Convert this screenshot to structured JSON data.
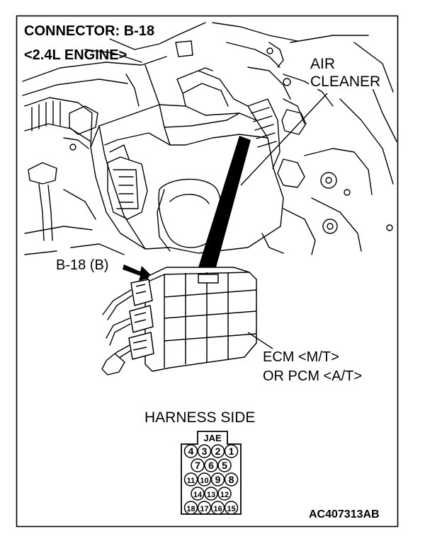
{
  "header": {
    "connector": "CONNECTOR: B-18",
    "engine": "<2.4L ENGINE>"
  },
  "labels": {
    "air_cleaner_line1": "AIR",
    "air_cleaner_line2": "CLEANER",
    "connector_ref": "B-18 (B)",
    "ecm_line1": "ECM <M/T>",
    "ecm_line2": "OR PCM <A/T>",
    "harness_side": "HARNESS SIDE"
  },
  "connector_face": {
    "key_label": "JAE",
    "rows": [
      [
        "4",
        "3",
        "2",
        "1"
      ],
      [
        "7",
        "6",
        "5"
      ],
      [
        "11",
        "10",
        "9",
        "8"
      ],
      [
        "14",
        "13",
        "12"
      ],
      [
        "18",
        "17",
        "16",
        "15"
      ]
    ]
  },
  "figure_code": "AC407313AB"
}
